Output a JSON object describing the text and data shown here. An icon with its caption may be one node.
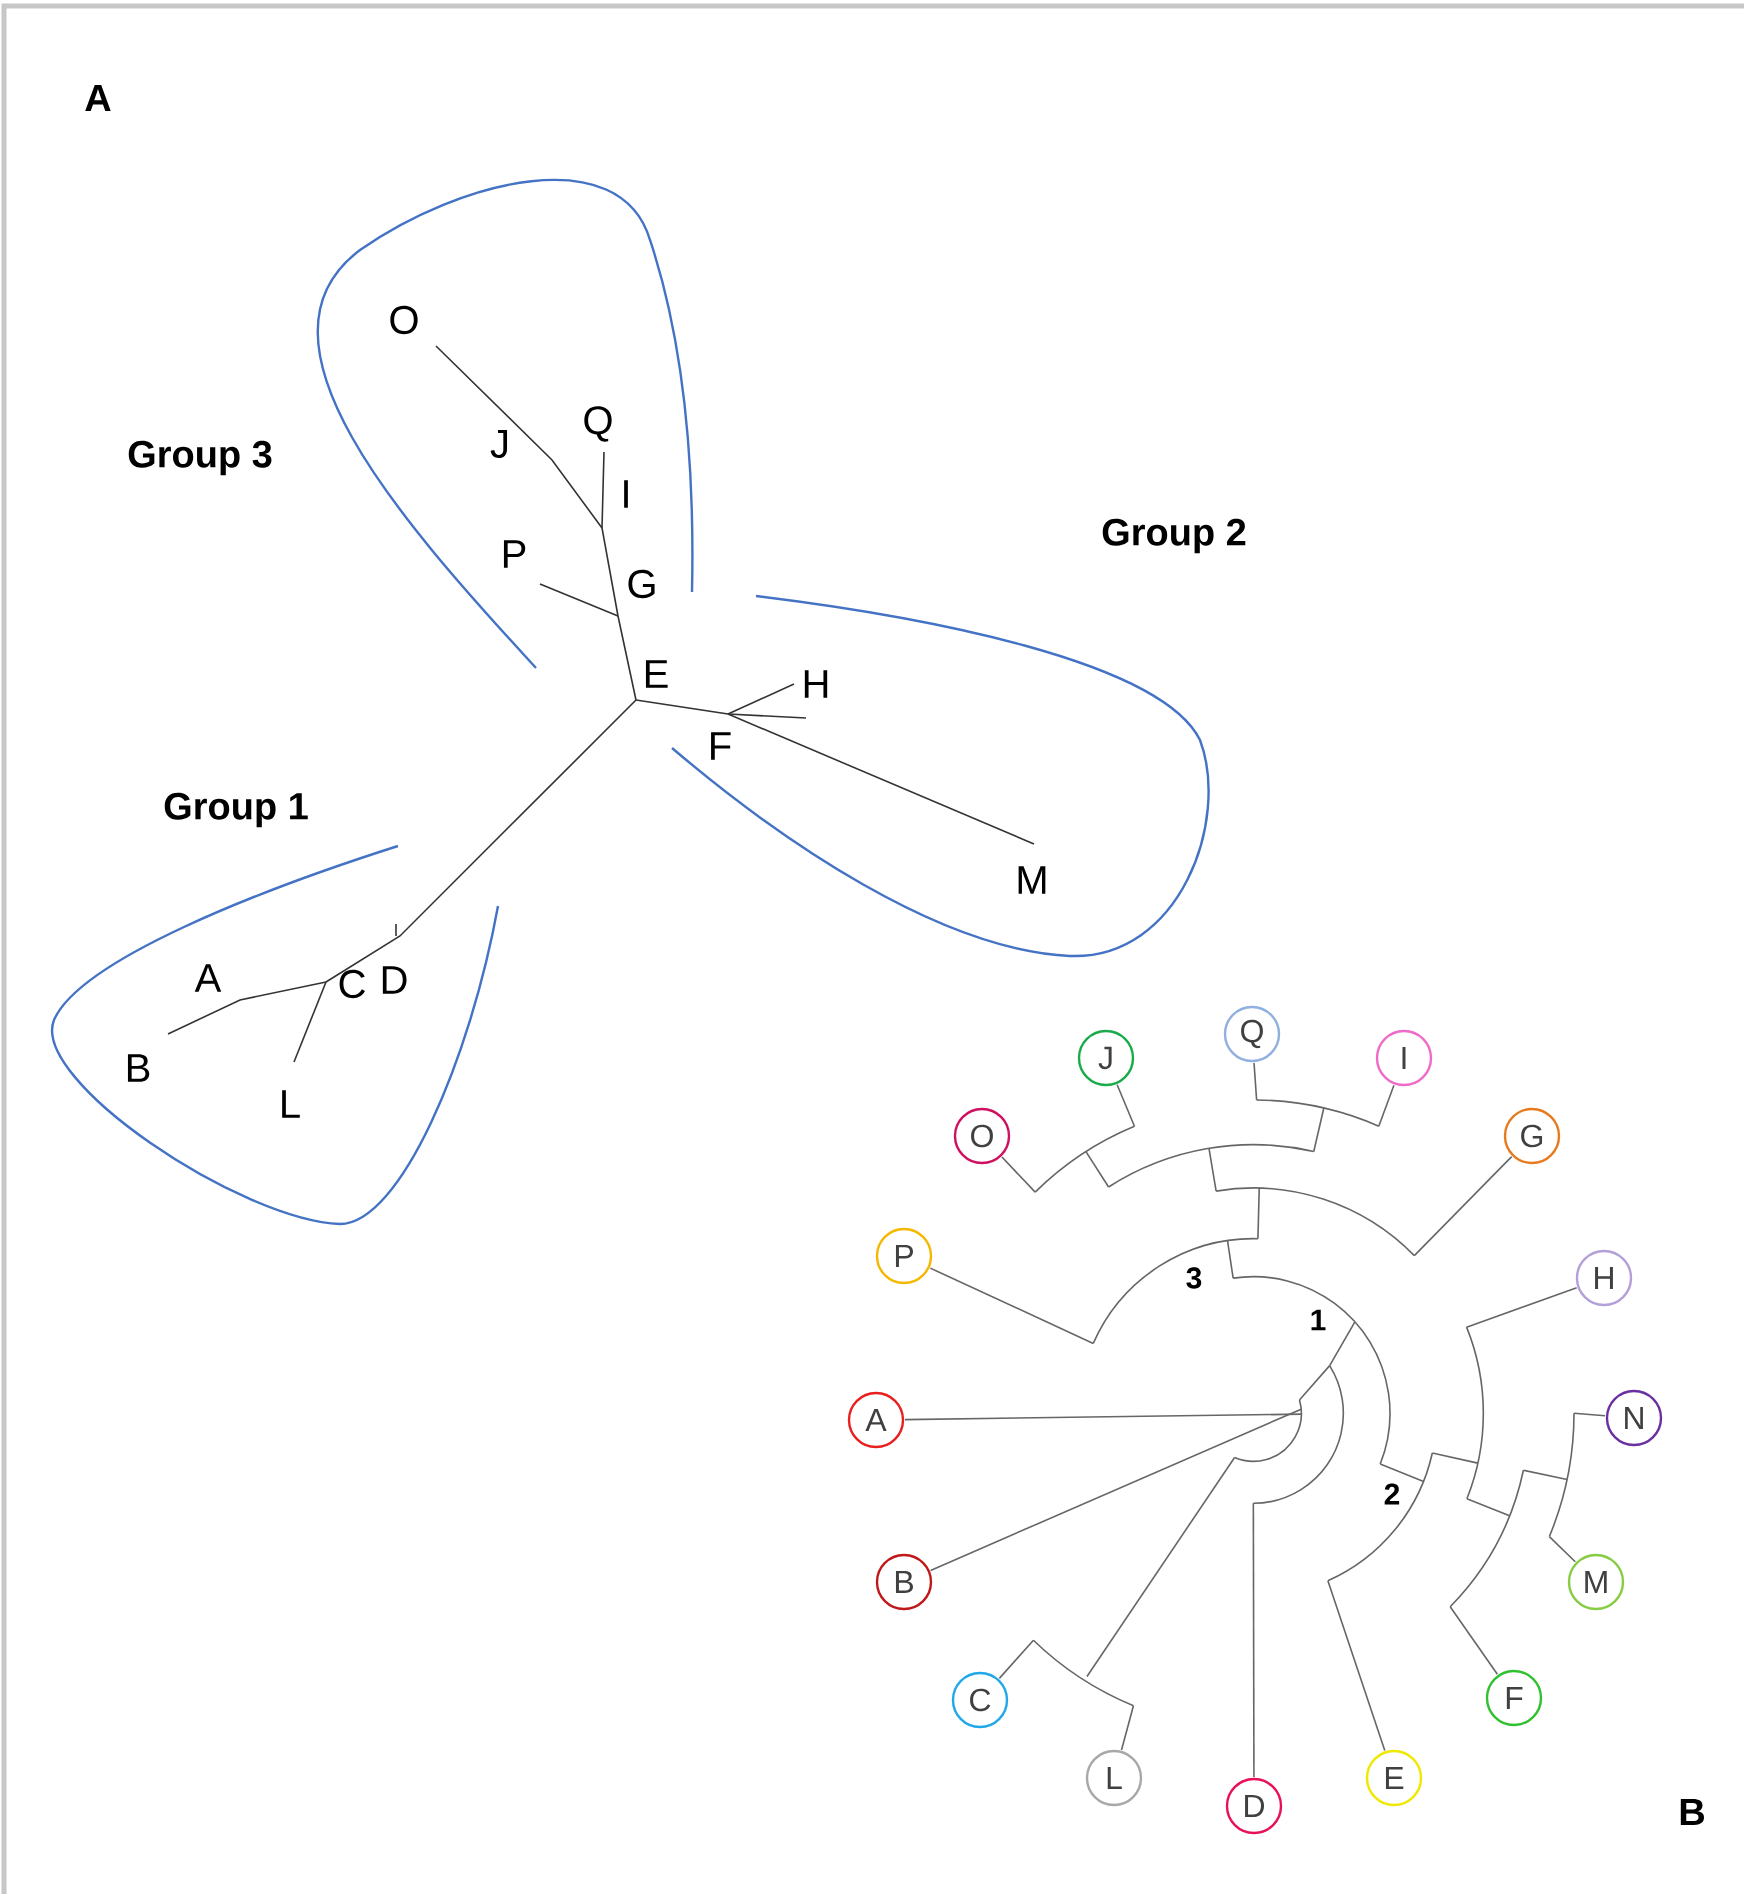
{
  "diagram": {
    "nodes": [
      {
        "text": [
          "Group 3"
        ]
      },
      {
        "text": [
          "O"
        ],
        "in": 0
      },
      {
        "text": [
          "J"
        ],
        "in": 0
      },
      {
        "text": [
          "Q"
        ],
        "in": 0
      },
      {
        "text": [
          "I"
        ],
        "in": 0
      },
      {
        "text": [
          "P"
        ],
        "in": 0
      },
      {
        "text": [
          "G"
        ],
        "in": 0
      },
      {
        "text": [
          "Group 2"
        ]
      },
      {
        "text": [
          "H"
        ],
        "in": 7
      },
      {
        "text": [
          "F"
        ],
        "in": 7
      },
      {
        "text": [
          "M"
        ],
        "in": 7
      },
      {
        "text": [
          "E"
        ]
      },
      {
        "text": [
          "Group 1"
        ]
      },
      {
        "text": [
          "C"
        ],
        "in": 12
      },
      {
        "text": [
          "D"
        ],
        "in": 12
      },
      {
        "text": [
          "A"
        ],
        "in": 12
      },
      {
        "text": [
          "B"
        ],
        "in": 12
      },
      {
        "text": [
          "L"
        ],
        "in": 12
      },
      {
        "text": [
          "Q"
        ]
      },
      {
        "text": [
          "J"
        ]
      },
      {
        "text": [
          "I"
        ]
      },
      {
        "text": [
          "O"
        ]
      },
      {
        "text": [
          "G"
        ]
      },
      {
        "text": [
          "P"
        ]
      },
      {
        "text": [
          "H"
        ]
      },
      {
        "text": [
          "N"
        ]
      },
      {
        "text": [
          "A"
        ]
      },
      {
        "text": [
          "B"
        ]
      },
      {
        "text": [
          "M"
        ]
      },
      {
        "text": [
          "C"
        ]
      },
      {
        "text": [
          "F"
        ]
      },
      {
        "text": [
          "L"
        ]
      },
      {
        "text": [
          "E"
        ]
      },
      {
        "text": [
          "D"
        ]
      }
    ],
    "edges": [],
    "labels": [
      "A",
      "3",
      "1",
      "2",
      "B"
    ]
  }
}
